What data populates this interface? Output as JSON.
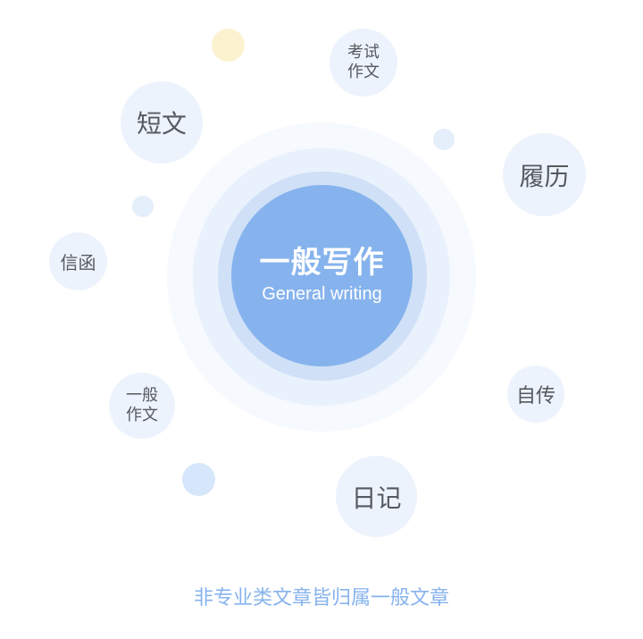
{
  "center": {
    "title": "一般写作",
    "subtitle": "General writing"
  },
  "bubbles": {
    "duanwen": "短文",
    "kaoshi_zuowen": "考试\n作文",
    "lvli": "履历",
    "xinhan": "信函",
    "yiban_zuowen": "一般\n作文",
    "zizhuan": "自传",
    "riji": "日记"
  },
  "footer": {
    "caption": "非专业类文章皆归属一般文章"
  },
  "colors": {
    "core": "#86b3ed",
    "bubble": "#edf3fc",
    "accent_dot": "#fbf2d0",
    "caption": "#86b3ed"
  }
}
